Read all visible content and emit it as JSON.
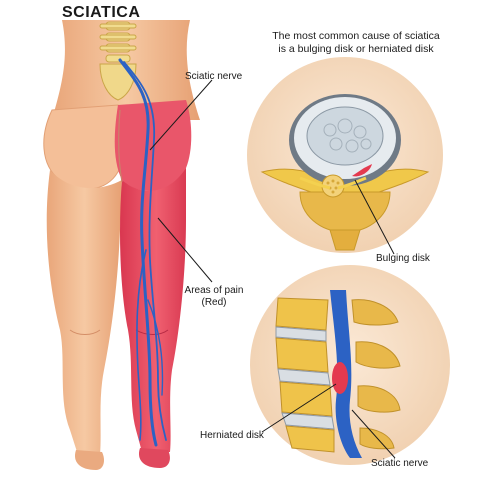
{
  "title": "SCIATICA",
  "caption_lines": [
    "The most common cause of sciatica",
    "is a bulging disk or herniated disk"
  ],
  "labels": {
    "sciatic_nerve_top": "Sciatic nerve",
    "areas_of_pain_line1": "Areas of pain",
    "areas_of_pain_line2": "(Red)",
    "bulging_disk": "Bulging disk",
    "herniated_disk": "Herniated disk",
    "sciatic_nerve_bottom": "Sciatic nerve"
  },
  "colors": {
    "skin": "#f2b98e",
    "skin_shadow": "#e29a6d",
    "pain": "#e8495c",
    "nerve": "#2c62c4",
    "bone": "#f0c84a",
    "bone_shadow": "#c99a2a",
    "disk_gray": "#cfd6dc",
    "circle_bg": "#f6dcc3"
  }
}
